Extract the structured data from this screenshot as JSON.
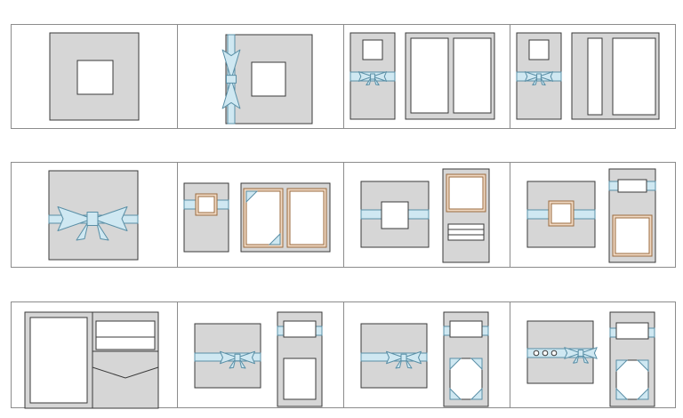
{
  "palette": {
    "background": "#ffffff",
    "panel_border": "#8c8c8c",
    "card_fill": "#d6d6d6",
    "card_stroke": "#3a3a3a",
    "window_fill": "#ffffff",
    "ribbon_fill": "#cfe8f2",
    "ribbon_stroke": "#5a8fa6",
    "frame_fill": "#f0d9c4",
    "frame_stroke": "#9a6a3e"
  },
  "rows": [
    {
      "panels": [
        {
          "design": "square-card-square-window"
        },
        {
          "design": "square-card-vertical-ribbon-bow-window"
        },
        {
          "design": "folder-window-bow-inner-frames"
        },
        {
          "design": "folder-window-bow-inner-split"
        }
      ]
    },
    {
      "panels": [
        {
          "design": "square-card-horizontal-ribbon-bow"
        },
        {
          "design": "folder-framed-window-ribbon-photo-corners"
        },
        {
          "design": "card-ribbon-window-with-frame-and-lined-insert"
        },
        {
          "design": "card-ribbon-framed-window-with-band-and-frame"
        }
      ]
    },
    {
      "panels": [
        {
          "design": "folder-panel-and-pocket"
        },
        {
          "design": "card-ribbon-bow-with-band-and-window"
        },
        {
          "design": "card-ribbon-bow-with-band-and-corner-window"
        },
        {
          "design": "card-ribbon-buttons-bow-with-band-and-corner-window"
        }
      ]
    }
  ]
}
